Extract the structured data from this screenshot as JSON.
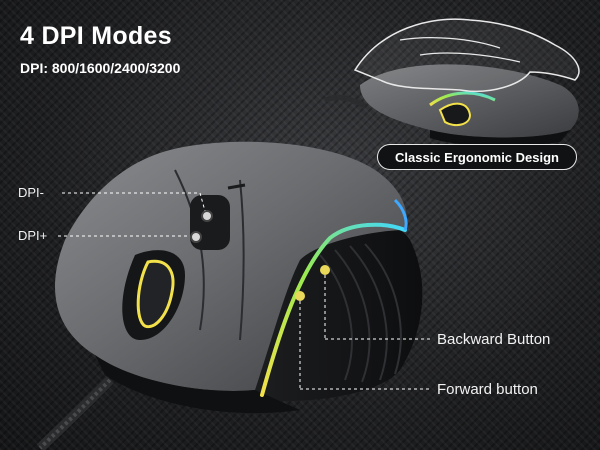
{
  "headline": {
    "title": "4 DPI Modes",
    "subtitle": "DPI:  800/1600/2400/3200"
  },
  "badge": {
    "text": "Classic Ergonomic Design"
  },
  "callouts": {
    "dpi_minus": "DPI-",
    "dpi_plus": "DPI+",
    "backward": "Backward Button",
    "forward": "Forward button"
  },
  "colors": {
    "background": "#1b1c1e",
    "mouse_shell": "#6b6d70",
    "rgb_strip_start": "#f2e14a",
    "rgb_strip_end": "#3fd8ff",
    "callout_line": "#ffffff"
  }
}
